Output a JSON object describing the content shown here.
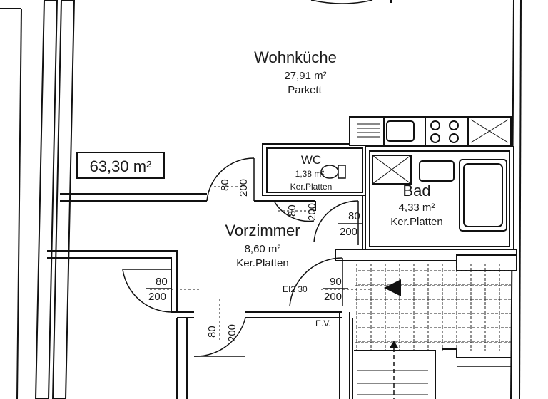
{
  "total_area": "63,30 m²",
  "rooms": [
    {
      "name": "Wohnküche",
      "area": "27,91 m²",
      "floor": "Parkett"
    },
    {
      "name": "WC",
      "area": "1,38 m²",
      "floor": "Ker.Platten"
    },
    {
      "name": "Bad",
      "area": "4,33 m²",
      "floor": "Ker.Platten"
    },
    {
      "name": "Vorzimmer",
      "area": "8,60 m²",
      "floor": "Ker.Platten"
    }
  ],
  "doors": [
    {
      "w": "80",
      "h": "200"
    },
    {
      "w": "80",
      "h": "200"
    },
    {
      "w": "80",
      "h": "200"
    },
    {
      "w": "80",
      "h": "200"
    },
    {
      "w": "90",
      "h": "200"
    },
    {
      "w": "80",
      "h": "200"
    }
  ],
  "annotations": {
    "fire_rating": "EI2 30",
    "ev": "E.V."
  }
}
